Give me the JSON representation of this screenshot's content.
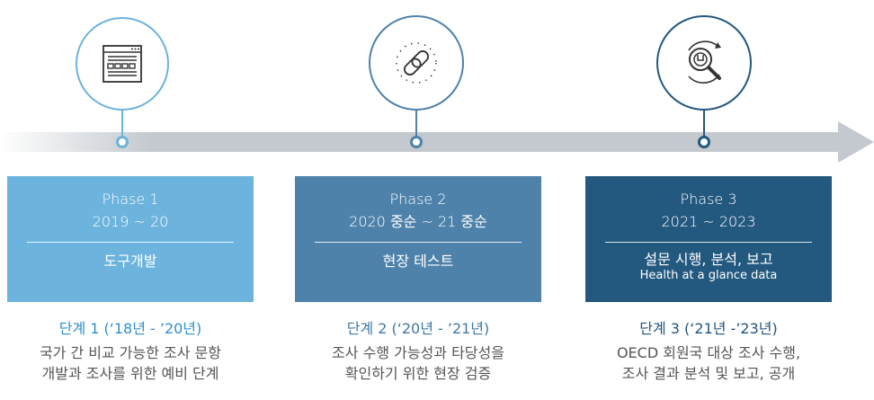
{
  "colors": {
    "phase1": "#6cb3dd",
    "phase2": "#4e82aa",
    "phase3": "#23587f",
    "step1_title": "#2f8fd0",
    "step2_title": "#3e78a6",
    "step3_title": "#1f557d",
    "arrow": "#c3c9ce"
  },
  "phases": [
    {
      "icon": "web-page-icon",
      "title": "Phase 1",
      "years": "2019 ~ 20",
      "name": "도구개발",
      "subtitle": ""
    },
    {
      "icon": "chain-link-icon",
      "title": "Phase 2",
      "years": "2020 중순 ~ 21 중순",
      "name": "현장 테스트",
      "subtitle": ""
    },
    {
      "icon": "magnifier-wrench-icon",
      "title": "Phase 3",
      "years": "2021 ~ 2023",
      "name": "설문 시행, 분석, 보고",
      "subtitle": "Health at a glance data"
    }
  ],
  "steps": [
    {
      "title": "단계 1 (‘18년 - ’20년)",
      "desc_line1": "국가 간 비교 가능한 조사 문항",
      "desc_line2": "개발과 조사를 위한 예비 단계"
    },
    {
      "title": "단계 2 (‘20년 - ’21년)",
      "desc_line1": "조사 수행 가능성과 타당성을",
      "desc_line2": "확인하기 위한 현장 검증"
    },
    {
      "title": "단계 3 (‘21년 -’23년)",
      "desc_line1": "OECD 회원국 대상 조사 수행,",
      "desc_line2": "조사 결과 분석 및 보고, 공개"
    }
  ]
}
